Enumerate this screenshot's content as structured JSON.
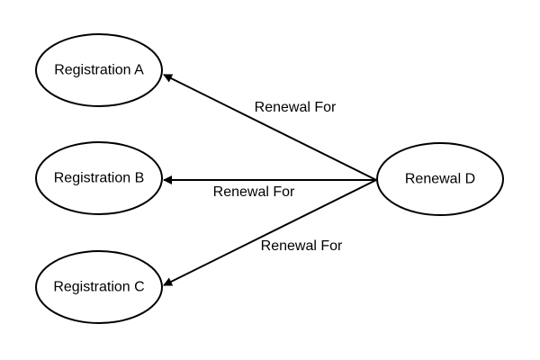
{
  "diagram": {
    "nodes": [
      {
        "id": "reg-a",
        "label": "Registration A"
      },
      {
        "id": "reg-b",
        "label": "Registration B"
      },
      {
        "id": "reg-c",
        "label": "Registration C"
      },
      {
        "id": "renewal-d",
        "label": "Renewal D"
      }
    ],
    "edges": [
      {
        "from": "renewal-d",
        "to": "reg-a",
        "label": "Renewal For"
      },
      {
        "from": "renewal-d",
        "to": "reg-b",
        "label": "Renewal For"
      },
      {
        "from": "renewal-d",
        "to": "reg-c",
        "label": "Renewal For"
      }
    ]
  }
}
